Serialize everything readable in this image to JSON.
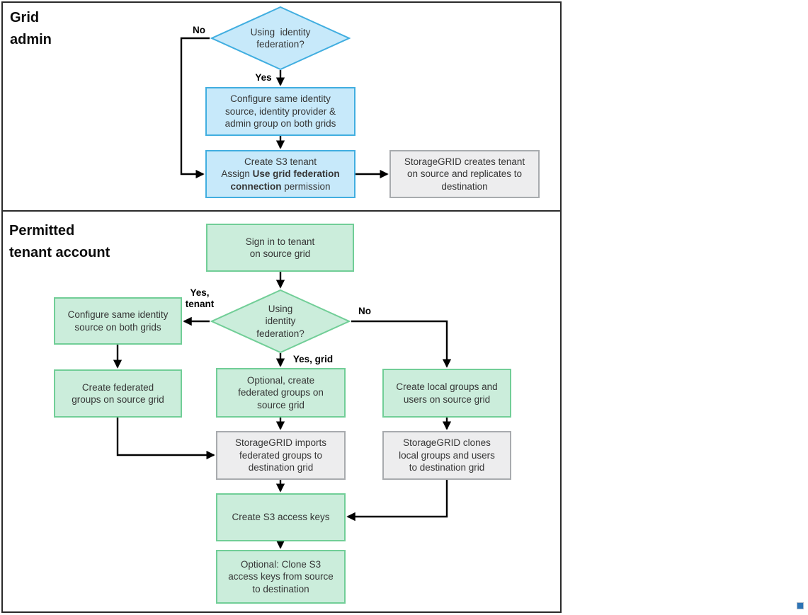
{
  "colors": {
    "blue_fill": "#C7E9FA",
    "blue_border": "#41AEE0",
    "green_fill": "#CBEDDB",
    "green_border": "#71CE97",
    "gray_fill": "#EDEDEE",
    "gray_border": "#A8ABAE",
    "line": "#000000"
  },
  "grid_admin": {
    "title_line1": "Grid",
    "title_line2": "admin",
    "decision": {
      "line1": "Using  identity",
      "line2": "federation?"
    },
    "labels": {
      "no": "No",
      "yes": "Yes"
    },
    "configure_box": {
      "line1": "Configure same identity",
      "line2": "source, identity provider &",
      "line3": "admin group on both grids"
    },
    "create_tenant_box": {
      "line1": "Create S3 tenant",
      "line2_prefix": "Assign",
      "line2_bold": "Use grid federation",
      "line3_bold": "connection",
      "line3_suffix": "permission"
    },
    "replicate_box": {
      "line1": "StorageGRID creates tenant",
      "line2": "on source and replicates to",
      "line3": "destination"
    }
  },
  "tenant": {
    "title_line1": "Permitted",
    "title_line2": "tenant account",
    "signin_box": {
      "line1": "Sign in to tenant",
      "line2": "on source grid"
    },
    "decision": {
      "line1": "Using",
      "line2": "identity",
      "line3": "federation?"
    },
    "labels": {
      "yes_tenant_line1": "Yes,",
      "yes_tenant_line2": "tenant",
      "no": "No",
      "yes_grid": "Yes, grid"
    },
    "configure_box": {
      "line1": "Configure same identity",
      "line2": "source on both grids"
    },
    "federated_box": {
      "line1": "Create federated",
      "line2": "groups on source grid"
    },
    "optional_federated_box": {
      "line1": "Optional, create",
      "line2": "federated groups on",
      "line3": "source grid"
    },
    "imports_box": {
      "line1": "StorageGRID imports",
      "line2": "federated groups to",
      "line3": "destination grid"
    },
    "local_box": {
      "line1": "Create local groups and",
      "line2": "users on source grid"
    },
    "clones_box": {
      "line1": "StorageGRID clones",
      "line2": "local groups and users",
      "line3": "to destination grid"
    },
    "keys_box": {
      "line1": "Create S3 access keys"
    },
    "clone_keys_box": {
      "line1": "Optional: Clone S3",
      "line2": "access keys from source",
      "line3": "to destination"
    }
  }
}
